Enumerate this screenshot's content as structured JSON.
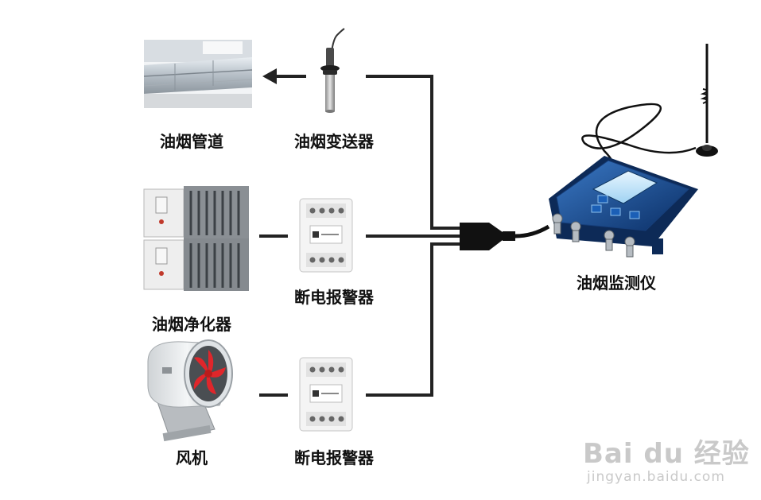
{
  "labels": {
    "duct": "油烟管道",
    "transmitter": "油烟变送器",
    "purifier": "油烟净化器",
    "relay1": "断电报警器",
    "fan": "风机",
    "relay2": "断电报警器",
    "monitor": "油烟监测仪"
  },
  "watermark": {
    "main": "Bai du 经验",
    "url": "jingyan.baidu.com"
  }
}
